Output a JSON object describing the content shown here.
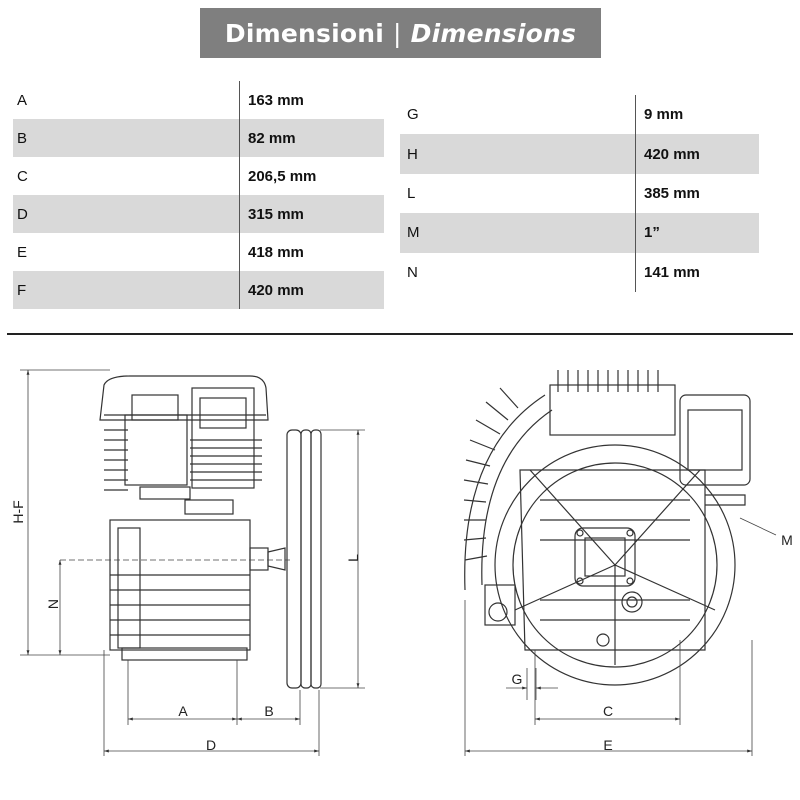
{
  "banner": {
    "title_it": "Dimensioni",
    "separator": "|",
    "title_en": "Dimensions"
  },
  "table_left": [
    {
      "key": "A",
      "value": "163 mm"
    },
    {
      "key": "B",
      "value": "82 mm"
    },
    {
      "key": "C",
      "value": "206,5 mm"
    },
    {
      "key": "D",
      "value": "315 mm"
    },
    {
      "key": "E",
      "value": "418 mm"
    },
    {
      "key": "F",
      "value": "420 mm"
    }
  ],
  "table_right": [
    {
      "key": "G",
      "value": "9 mm"
    },
    {
      "key": "H",
      "value": "420 mm"
    },
    {
      "key": "L",
      "value": "385 mm"
    },
    {
      "key": "M",
      "value": "1”"
    },
    {
      "key": "N",
      "value": "141 mm"
    }
  ],
  "drawing_labels": {
    "hf": "H-F",
    "n": "N",
    "a": "A",
    "b": "B",
    "d": "D",
    "l": "L",
    "g": "G",
    "c": "C",
    "e": "E",
    "m": "M"
  },
  "colors": {
    "banner_bg": "#7f7f7f",
    "row_shade": "#d9d9d9",
    "line": "#333333"
  }
}
